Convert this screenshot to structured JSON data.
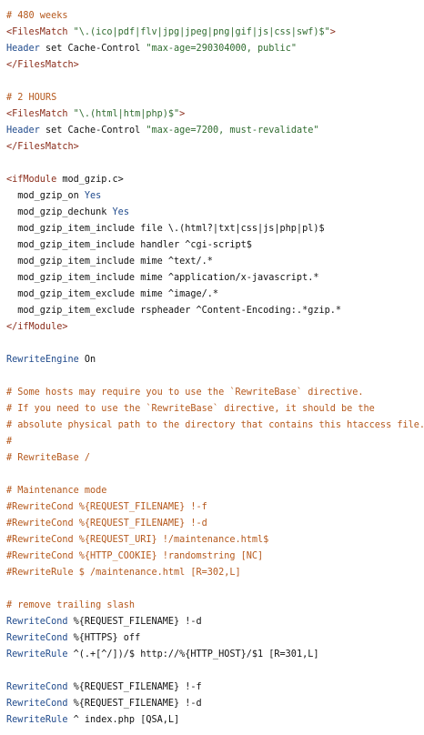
{
  "colors": {
    "comment": "#b5581c",
    "tag": "#8a2c1a",
    "string": "#2f6b2f",
    "keyword": "#1f4a8c",
    "plain": "#111111",
    "background": "#ffffff"
  },
  "lines": [
    [
      [
        "comment",
        "# 480 weeks"
      ]
    ],
    [
      [
        "tag",
        "<FilesMatch "
      ],
      [
        "string",
        "\"\\.(ico|pdf|flv|jpg|jpeg|png|gif|js|css|swf)$\""
      ],
      [
        "tag",
        ">"
      ]
    ],
    [
      [
        "keyword",
        "Header"
      ],
      [
        "plain",
        " set Cache-Control "
      ],
      [
        "string",
        "\"max-age=290304000, public\""
      ]
    ],
    [
      [
        "tag",
        "</FilesMatch>"
      ]
    ],
    [],
    [
      [
        "comment",
        "# 2 HOURS"
      ]
    ],
    [
      [
        "tag",
        "<FilesMatch "
      ],
      [
        "string",
        "\"\\.(html|htm|php)$\""
      ],
      [
        "tag",
        ">"
      ]
    ],
    [
      [
        "keyword",
        "Header"
      ],
      [
        "plain",
        " set Cache-Control "
      ],
      [
        "string",
        "\"max-age=7200, must-revalidate\""
      ]
    ],
    [
      [
        "tag",
        "</FilesMatch>"
      ]
    ],
    [],
    [
      [
        "tag",
        "<ifModule"
      ],
      [
        "plain",
        " mod_gzip.c>"
      ]
    ],
    [
      [
        "plain",
        "  mod_gzip_on "
      ],
      [
        "keyword",
        "Yes"
      ]
    ],
    [
      [
        "plain",
        "  mod_gzip_dechunk "
      ],
      [
        "keyword",
        "Yes"
      ]
    ],
    [
      [
        "plain",
        "  mod_gzip_item_include file \\.(html?|txt|css|js|php|pl)$"
      ]
    ],
    [
      [
        "plain",
        "  mod_gzip_item_include handler ^cgi-script$"
      ]
    ],
    [
      [
        "plain",
        "  mod_gzip_item_include mime ^text/.*"
      ]
    ],
    [
      [
        "plain",
        "  mod_gzip_item_include mime ^application/x-javascript.*"
      ]
    ],
    [
      [
        "plain",
        "  mod_gzip_item_exclude mime ^image/.*"
      ]
    ],
    [
      [
        "plain",
        "  mod_gzip_item_exclude rspheader ^Content-Encoding:.*gzip.*"
      ]
    ],
    [
      [
        "tag",
        "</ifModule>"
      ]
    ],
    [],
    [
      [
        "keyword",
        "RewriteEngine"
      ],
      [
        "plain",
        " On"
      ]
    ],
    [],
    [
      [
        "comment",
        "# Some hosts may require you to use the `RewriteBase` directive."
      ]
    ],
    [
      [
        "comment",
        "# If you need to use the `RewriteBase` directive, it should be the"
      ]
    ],
    [
      [
        "comment",
        "# absolute physical path to the directory that contains this htaccess file."
      ]
    ],
    [
      [
        "comment",
        "#"
      ]
    ],
    [
      [
        "comment",
        "# RewriteBase /"
      ]
    ],
    [],
    [
      [
        "comment",
        "# Maintenance mode"
      ]
    ],
    [
      [
        "comment",
        "#RewriteCond %{REQUEST_FILENAME} !-f"
      ]
    ],
    [
      [
        "comment",
        "#RewriteCond %{REQUEST_FILENAME} !-d"
      ]
    ],
    [
      [
        "comment",
        "#RewriteCond %{REQUEST_URI} !/maintenance.html$"
      ]
    ],
    [
      [
        "comment",
        "#RewriteCond %{HTTP_COOKIE} !randomstring [NC]"
      ]
    ],
    [
      [
        "comment",
        "#RewriteRule $ /maintenance.html [R=302,L]"
      ]
    ],
    [],
    [
      [
        "comment",
        "# remove trailing slash"
      ]
    ],
    [
      [
        "keyword",
        "RewriteCond"
      ],
      [
        "plain",
        " %{REQUEST_FILENAME} !-d"
      ]
    ],
    [
      [
        "keyword",
        "RewriteCond"
      ],
      [
        "plain",
        " %{HTTPS} off"
      ]
    ],
    [
      [
        "keyword",
        "RewriteRule"
      ],
      [
        "plain",
        " ^(.+[^/])/$ http://%{HTTP_HOST}/$1 [R=301,L]"
      ]
    ],
    [],
    [
      [
        "keyword",
        "RewriteCond"
      ],
      [
        "plain",
        " %{REQUEST_FILENAME} !-f"
      ]
    ],
    [
      [
        "keyword",
        "RewriteCond"
      ],
      [
        "plain",
        " %{REQUEST_FILENAME} !-d"
      ]
    ],
    [
      [
        "keyword",
        "RewriteRule"
      ],
      [
        "plain",
        " ^ index.php [QSA,L]"
      ]
    ]
  ]
}
